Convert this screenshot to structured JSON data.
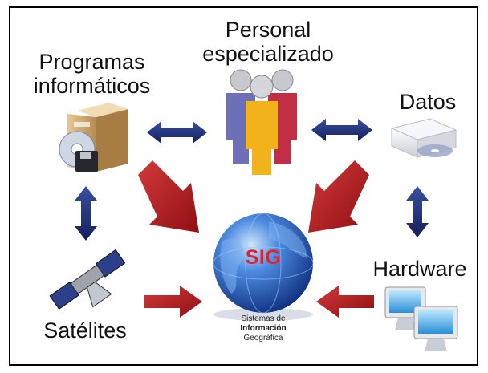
{
  "labels": {
    "programas": [
      "Programas",
      "informáticos"
    ],
    "personal": [
      "Personal",
      "especializado"
    ],
    "datos": "Datos",
    "hardware": "Hardware",
    "satelites": "Satélites"
  },
  "center": {
    "acronym": "SIG",
    "caption": [
      "Sistemas de",
      "Información",
      "Geográfica"
    ]
  },
  "colors": {
    "blue_arrow": "#1f2d6e",
    "red_arrow": "#b7151c",
    "globe": "#1c55b8",
    "sig_text": "#e3222a"
  },
  "icons": [
    "software-box-icon",
    "people-group-icon",
    "disc-drive-icon",
    "satellite-icon",
    "computer-monitors-icon",
    "globe-icon"
  ]
}
